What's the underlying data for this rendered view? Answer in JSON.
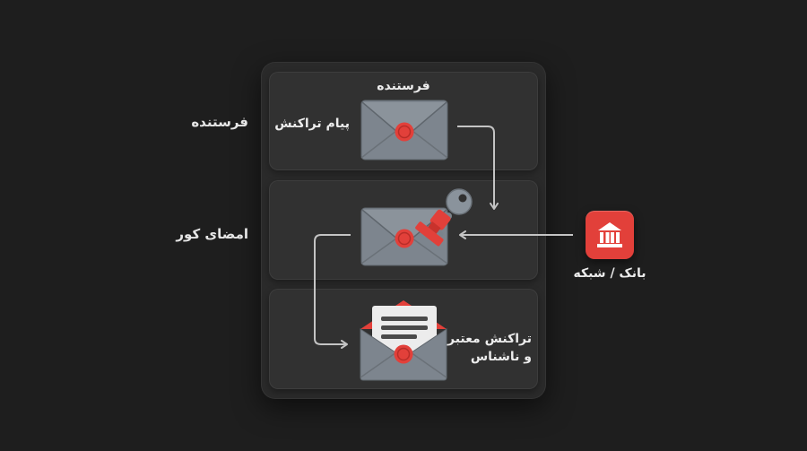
{
  "labels": {
    "sender_side": "فرستنده",
    "blind_side": "امضای کور",
    "card_title": "فرستنده",
    "transaction_message": "پیام تراکنش",
    "valid_line1": "تراکنش معتبر",
    "valid_line2": "و ناشناس",
    "bank": "بانک / شبکه"
  },
  "icons": {
    "envelope": "envelope-icon",
    "wax_seal": "wax-seal-icon",
    "key": "key-icon",
    "stamp": "stamp-icon",
    "open_envelope": "open-envelope-icon",
    "bank": "bank-icon"
  },
  "colors": {
    "background": "#1e1e1e",
    "panel": "#2a2a2a",
    "card": "#313131",
    "envelope": "#7d858e",
    "seal": "#e2403a",
    "key": "#8a939c",
    "arrow": "#bdbdbd"
  }
}
